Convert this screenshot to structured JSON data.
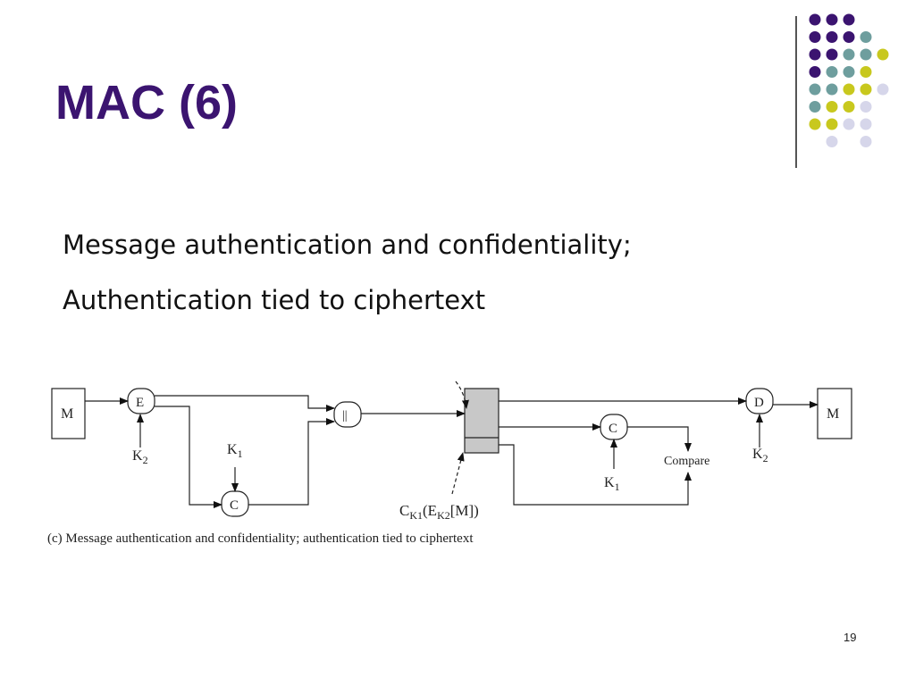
{
  "slide": {
    "title": "MAC (6)",
    "line1": "Message authentication and confidentiality;",
    "line2": "Authentication tied to ciphertext",
    "page_number": "19"
  },
  "decoration": {
    "dot_colors": {
      "purple": "#3b1470",
      "teal": "#6e9e9e",
      "yellow": "#c8c81e",
      "lavender": "#d6d6ea"
    },
    "dot_rows": [
      [
        "purple",
        "purple",
        "purple",
        "",
        "",
        ""
      ],
      [
        "purple",
        "purple",
        "purple",
        "teal",
        "",
        ""
      ],
      [
        "purple",
        "purple",
        "teal",
        "teal",
        "yellow",
        ""
      ],
      [
        "purple",
        "teal",
        "teal",
        "yellow",
        "",
        ""
      ],
      [
        "teal",
        "teal",
        "yellow",
        "yellow",
        "lavender",
        ""
      ],
      [
        "teal",
        "yellow",
        "yellow",
        "lavender",
        "",
        ""
      ],
      [
        "yellow",
        "yellow",
        "lavender",
        "lavender",
        "",
        ""
      ],
      [
        "",
        "lavender",
        "",
        "lavender",
        "",
        ""
      ]
    ]
  },
  "diagram": {
    "source_m": "M",
    "encrypt": "E",
    "k2_src": "K",
    "k2_src_sub": "2",
    "k1_src": "K",
    "k1_src_sub": "1",
    "mac_src": "C",
    "concat": "||",
    "mac_dst": "C",
    "compare": "Compare",
    "k1_dst": "K",
    "k1_dst_sub": "1",
    "decrypt": "D",
    "k2_dst": "K",
    "k2_dst_sub": "2",
    "dest_m": "M",
    "formula_c": "C",
    "formula_k1": "K1",
    "formula_open": "(E",
    "formula_k2": "K2",
    "formula_m": "[M])",
    "caption": "(c) Message authentication and confidentiality; authentication tied to ciphertext"
  }
}
